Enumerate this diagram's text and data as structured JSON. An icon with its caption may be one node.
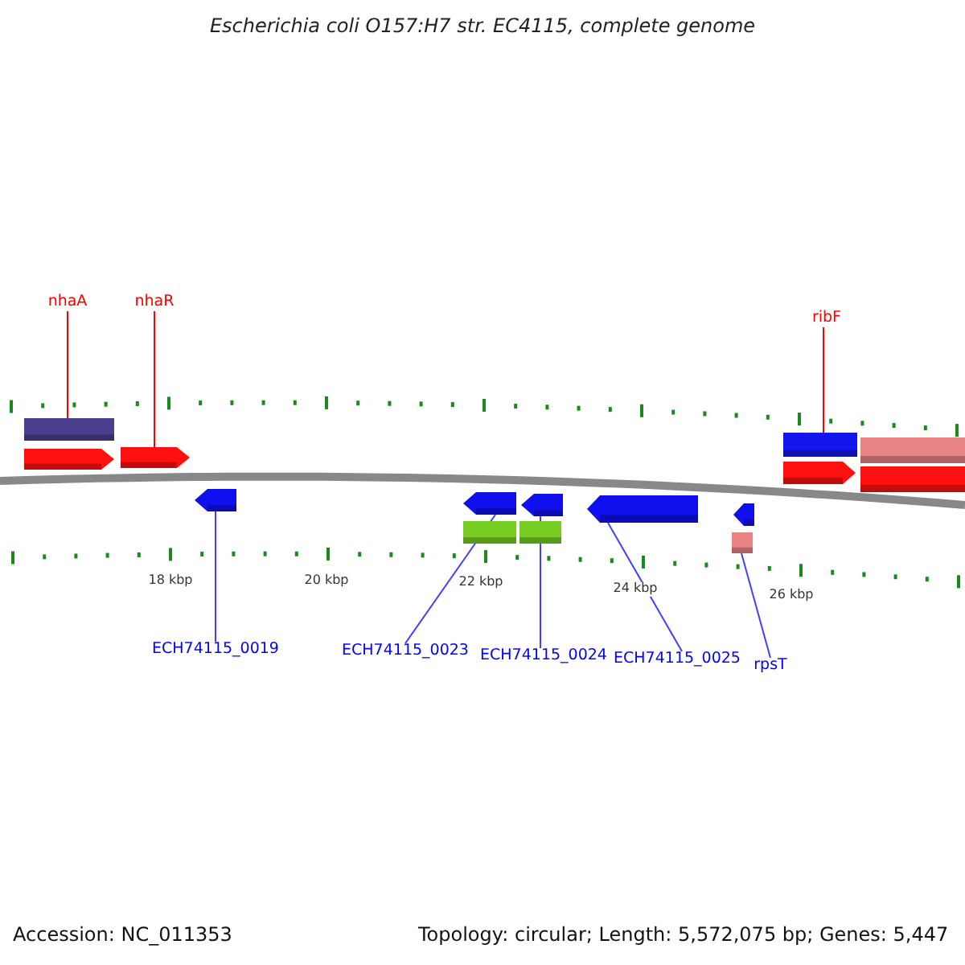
{
  "diagram": {
    "title": "Escherichia coli O157:H7 str. EC4115, complete genome",
    "nodes": [
      {
        "text": [
          "nhaA"
        ]
      },
      {
        "text": [
          "nhaR"
        ]
      },
      {
        "text": [
          "ribF"
        ]
      },
      {
        "text": [],
        "shape": "bar"
      },
      {
        "text": [],
        "shape": "bar"
      },
      {
        "text": [],
        "shape": "bar"
      },
      {
        "text": [],
        "shape": "arrow"
      },
      {
        "text": [],
        "shape": "arrow"
      },
      {
        "text": [],
        "shape": "arrow"
      },
      {
        "text": [],
        "shape": "bar"
      },
      {
        "text": [],
        "shape": "arrow"
      },
      {
        "text": [],
        "shape": "arrow"
      },
      {
        "text": [],
        "shape": "arrow"
      },
      {
        "text": [],
        "shape": "arrow"
      },
      {
        "text": [],
        "shape": "arrow"
      },
      {
        "text": [],
        "shape": "bar"
      },
      {
        "text": [],
        "shape": "bar"
      },
      {
        "text": [],
        "shape": "bar"
      },
      {
        "text": [
          "ECH74115_0019"
        ]
      },
      {
        "text": [
          "ECH74115_0023"
        ]
      },
      {
        "text": [
          "ECH74115_0024"
        ]
      },
      {
        "text": [
          "ECH74115_0025"
        ]
      },
      {
        "text": [
          "rpsT"
        ]
      }
    ],
    "edges": [
      {
        "from": 0,
        "to": 3,
        "arrow": "none",
        "color": "#ff0000"
      },
      {
        "from": 1,
        "to": 7,
        "arrow": "none",
        "color": "#ff0000"
      },
      {
        "from": 2,
        "to": 4,
        "arrow": "none",
        "color": "#ff0000"
      },
      {
        "from": 18,
        "to": 10,
        "arrow": "none"
      },
      {
        "from": 19,
        "to": 11,
        "arrow": "none"
      },
      {
        "from": 20,
        "to": 12,
        "arrow": "none"
      },
      {
        "from": 21,
        "to": 13,
        "arrow": "none"
      },
      {
        "from": 22,
        "to": 17,
        "arrow": "none"
      }
    ],
    "labels": [
      "18 kbp",
      "20 kbp",
      "22 kbp",
      "24 kbp",
      "26 kbp",
      "Accession: NC_011353",
      "Topology: circular; Length: 5,572,075 bp; Genes: 5,447"
    ]
  }
}
